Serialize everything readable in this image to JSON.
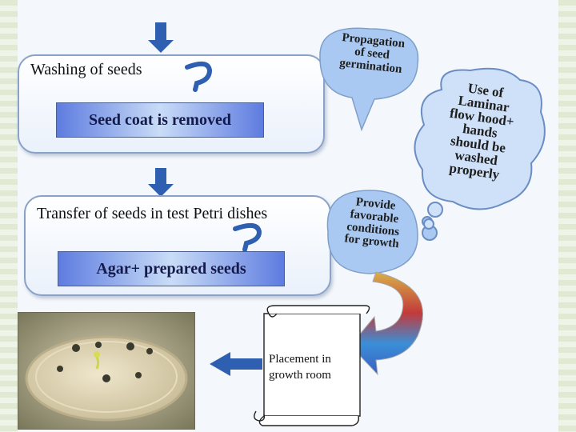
{
  "step1": {
    "label": "Washing of seeds",
    "bar": "Seed coat is removed"
  },
  "step2": {
    "label": "Transfer of seeds in test Petri dishes",
    "bar": "Agar+ prepared seeds"
  },
  "bubble1": {
    "lines": [
      "Propagation",
      "of seed",
      "germination"
    ]
  },
  "bubble2": {
    "lines": [
      "Provide",
      "favorable",
      "conditions",
      "for growth"
    ]
  },
  "bubble3": {
    "lines": [
      "Use of",
      "Laminar",
      "flow hood+",
      "hands",
      "should be",
      "washed",
      "properly"
    ]
  },
  "scroll": {
    "lines": [
      "Placement in",
      "growth room"
    ]
  },
  "colors": {
    "panel_border": "#8aa2c7",
    "bar_blue": "#5e7ce0",
    "bubble_blue": "#a9c9f2",
    "arrow_blue": "#2f5fb0"
  }
}
